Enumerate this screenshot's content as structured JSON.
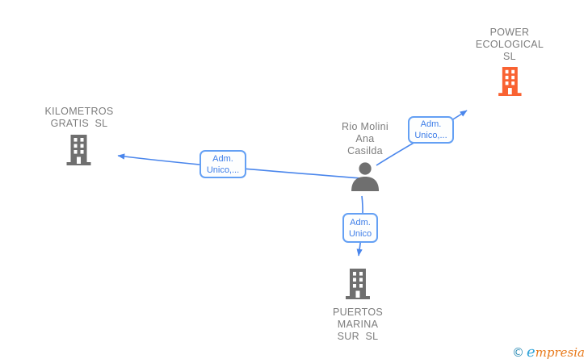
{
  "colors": {
    "blue": "#4a86ec",
    "box_border": "#64a0f4",
    "box_text": "#3d7de8",
    "gray": "#6f6f6f",
    "text_gray": "#7d7d7d",
    "orange": "#f96232",
    "wm_teal": "#2e8cb5",
    "wm_blue": "#2fa3d9",
    "wm_orange": "#e87a1b"
  },
  "nodes": {
    "power": {
      "type": "company",
      "icon": "building-icon",
      "lines": [
        "POWER",
        "ECOLOGICAL",
        "SL"
      ]
    },
    "kilometros": {
      "type": "company",
      "icon": "building-icon",
      "lines": [
        "KILOMETROS",
        "GRATIS  SL"
      ]
    },
    "person": {
      "type": "person",
      "icon": "person-icon",
      "lines": [
        "Rio Molini",
        "Ana",
        "Casilda"
      ]
    },
    "puertos": {
      "type": "company",
      "icon": "building-icon",
      "lines": [
        "PUERTOS",
        "MARINA",
        "SUR  SL"
      ]
    }
  },
  "edges": {
    "person_to_kilometros": {
      "label_lines": [
        "Adm.",
        "Unico,..."
      ]
    },
    "person_to_power": {
      "label_lines": [
        "Adm.",
        "Unico,..."
      ]
    },
    "person_to_puertos": {
      "label_lines": [
        "Adm.",
        "Unico"
      ]
    }
  },
  "watermark": {
    "copyright": "©",
    "brand_initial": "e",
    "brand_rest": "mpresia"
  }
}
